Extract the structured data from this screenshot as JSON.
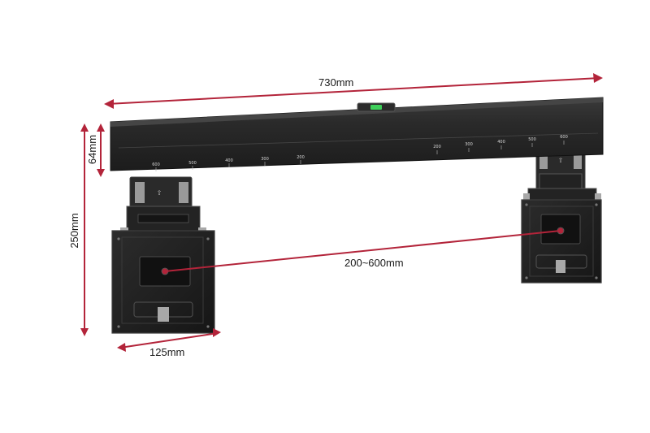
{
  "colors": {
    "dimension_line": "#b3243a",
    "bracket_body": "#262626",
    "bracket_edge": "#3d3d3d",
    "plate_body": "#1e1e1e",
    "level_bubble": "#3ecf5a",
    "metal": "#b8b8b8"
  },
  "dimensions": {
    "width": "730mm",
    "rail_height": "64mm",
    "total_height": "250mm",
    "plate_width": "125mm",
    "vesa_spacing": "200~600mm"
  },
  "rail_scale": {
    "left": [
      "600",
      "500",
      "400",
      "300",
      "200"
    ],
    "right": [
      "200",
      "300",
      "400",
      "500",
      "600"
    ]
  }
}
